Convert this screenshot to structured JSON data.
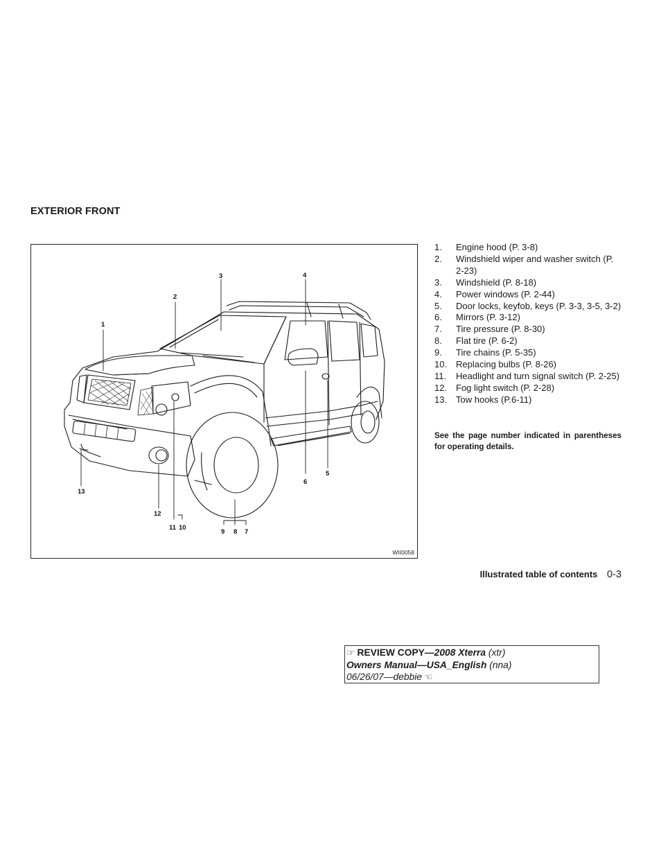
{
  "section_heading": "EXTERIOR FRONT",
  "figure": {
    "id": "WII0058",
    "callouts": [
      "1",
      "2",
      "3",
      "4",
      "5",
      "6",
      "7",
      "8",
      "9",
      "10",
      "11",
      "12",
      "13"
    ]
  },
  "items": [
    {
      "num": "1.",
      "text": "Engine hood (P. 3-8)"
    },
    {
      "num": "2.",
      "text": "Windshield wiper and washer switch (P. 2-23)"
    },
    {
      "num": "3.",
      "text": "Windshield (P. 8-18)"
    },
    {
      "num": "4.",
      "text": "Power windows (P. 2-44)"
    },
    {
      "num": "5.",
      "text": "Door locks, keyfob, keys (P. 3-3, 3-5, 3-2)"
    },
    {
      "num": "6.",
      "text": "Mirrors (P. 3-12)"
    },
    {
      "num": "7.",
      "text": "Tire pressure (P. 8-30)"
    },
    {
      "num": "8.",
      "text": "Flat tire (P. 6-2)"
    },
    {
      "num": "9.",
      "text": "Tire chains (P. 5-35)"
    },
    {
      "num": "10.",
      "text": "Replacing bulbs (P. 8-26)"
    },
    {
      "num": "11.",
      "text": "Headlight and turn signal switch (P. 2-25)"
    },
    {
      "num": "12.",
      "text": "Fog light switch (P. 2-28)"
    },
    {
      "num": "13.",
      "text": "Tow hooks (P.6-11)"
    }
  ],
  "note": "See the page number indicated in parentheses for operating details.",
  "footer": {
    "section": "Illustrated table of contents",
    "page": "0-3"
  },
  "review_copy": {
    "line1_a": "REVIEW COPY—",
    "line1_b": "2008 Xterra",
    "line1_c": " (xtr)",
    "line2_a": "Owners Manual—USA_English",
    "line2_b": " (nna)",
    "line3": "06/26/07—debbie",
    "hand_left_icon": "pointing-hand-right",
    "hand_right_icon": "pointing-hand-left"
  }
}
